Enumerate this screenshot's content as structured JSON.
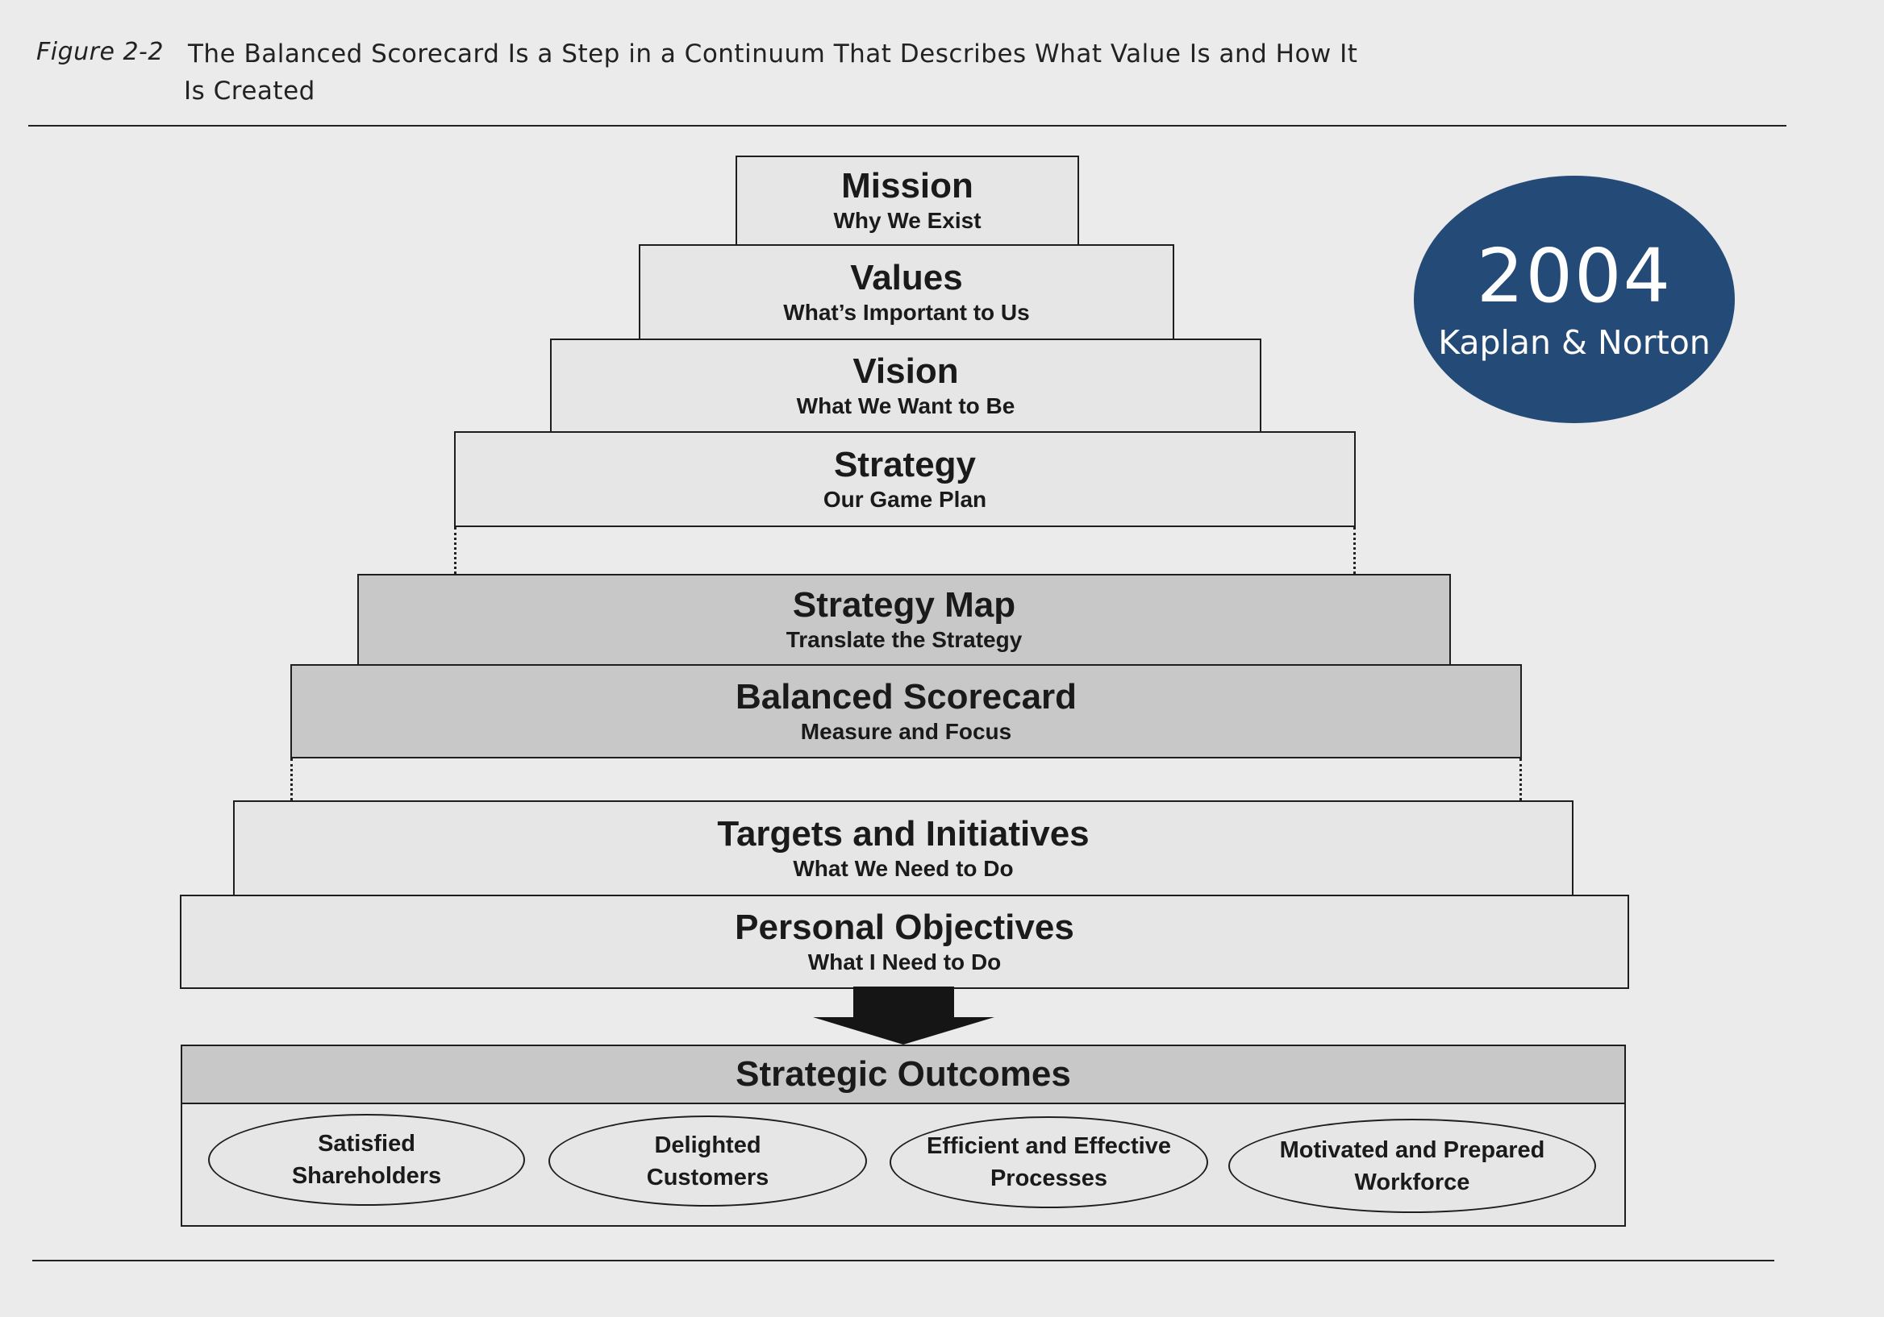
{
  "caption": {
    "label": "Figure 2-2",
    "line1": "The Balanced Scorecard Is a Step in a Continuum That Describes What Value Is and How It",
    "line2": "Is Created"
  },
  "badge": {
    "year": "2004",
    "authors": "Kaplan & Norton",
    "color": "#244a78"
  },
  "tiers": [
    {
      "title": "Mission",
      "subtitle": "Why We Exist",
      "shaded": false
    },
    {
      "title": "Values",
      "subtitle": "What’s Important to Us",
      "shaded": false
    },
    {
      "title": "Vision",
      "subtitle": "What We Want to Be",
      "shaded": false
    },
    {
      "title": "Strategy",
      "subtitle": "Our Game Plan",
      "shaded": false
    },
    {
      "title": "Strategy Map",
      "subtitle": "Translate the Strategy",
      "shaded": true
    },
    {
      "title": "Balanced Scorecard",
      "subtitle": "Measure and Focus",
      "shaded": true
    },
    {
      "title": "Targets and Initiatives",
      "subtitle": "What We Need to Do",
      "shaded": false
    },
    {
      "title": "Personal Objectives",
      "subtitle": "What I Need to Do",
      "shaded": false
    }
  ],
  "outcomes": {
    "title": "Strategic Outcomes",
    "items": [
      {
        "line1": "Satisfied",
        "line2": "Shareholders"
      },
      {
        "line1": "Delighted",
        "line2": "Customers"
      },
      {
        "line1": "Efficient and Effective",
        "line2": "Processes"
      },
      {
        "line1": "Motivated and Prepared",
        "line2": "Workforce"
      }
    ]
  },
  "colors": {
    "shaded_fill": "#c8c8c8",
    "paper": "#ebebeb",
    "badge": "#244a78"
  }
}
